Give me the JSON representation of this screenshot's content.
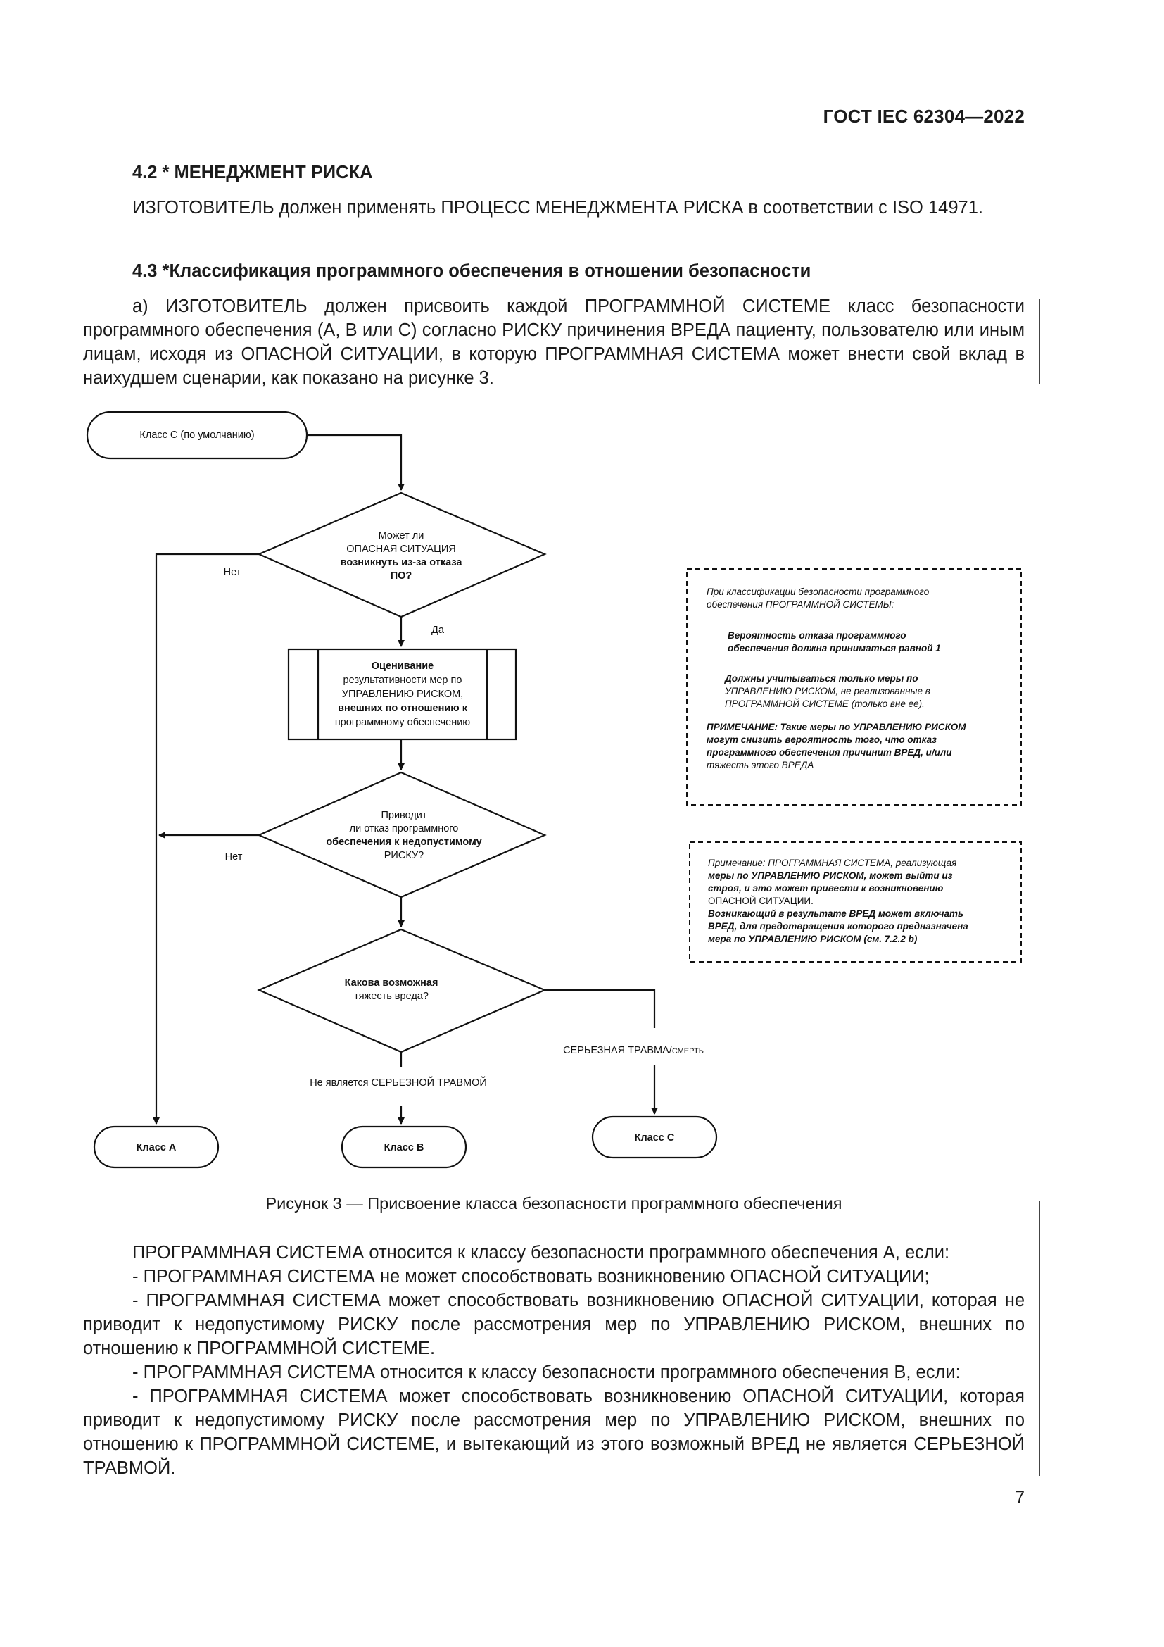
{
  "header": {
    "standard_id": "ГОСТ IEC 62304—2022"
  },
  "section_4_2": {
    "heading": "4.2 * МЕНЕДЖМЕНТ РИСКА",
    "body": "ИЗГОТОВИТЕЛЬ должен применять ПРОЦЕСС МЕНЕДЖМЕНТА РИСКА в соответствии с ISO 14971."
  },
  "section_4_3": {
    "heading": "4.3 *Классификация программного обеспечения в отношении безопасности",
    "body": "а) ИЗГОТОВИТЕЛЬ должен присвоить каждой ПРОГРАММНОЙ СИСТЕМЕ класс безопасности программного обеспечения (А, В или С) согласно РИСКУ причинения ВРЕДА пациенту, пользователю или иным лицам, исходя из ОПАСНОЙ СИТУАЦИИ, в которую ПРОГРАММНАЯ СИСТЕМА может внести свой вклад в наихудшем сценарии, как показано на рисунке 3."
  },
  "flowchart": {
    "start": "Класс С (по умолчанию)",
    "decision1": [
      "Может ли",
      "ОПАСНАЯ СИТУАЦИЯ",
      "возникнуть из-за отказа",
      "ПО?"
    ],
    "no1": "Нет",
    "yes1": "Да",
    "process": [
      "Оценивание",
      "результативности мер по",
      "УПРАВЛЕНИЮ РИСКОМ,",
      "внешних по отношению к",
      "программному обеспечению"
    ],
    "decision2": [
      "Приводит",
      "ли отказ программного",
      "обеспечения к недопустимому",
      "РИСКУ?"
    ],
    "no2": "Нет",
    "decision3": [
      "Какова возможная",
      "тяжесть вреда?"
    ],
    "serious_label_main": "СЕРЬЕЗНАЯ ТРАВМА/",
    "serious_label_small": "СМЕРТЬ",
    "not_serious_label": "Не является СЕРЬЕЗНОЙ ТРАВМОЙ",
    "class_a": "Класс А",
    "class_b": "Класс В",
    "class_c": "Класс С",
    "note1": {
      "lines": [
        "При классификации безопасности программного",
        "обеспечения ПРОГРАММНОЙ СИСТЕМЫ:"
      ],
      "item1": [
        "Вероятность отказа программного",
        "обеспечения должна приниматься равной 1"
      ],
      "item2": [
        "Должны учитываться только меры по",
        "УПРАВЛЕНИЮ РИСКОМ, не реализованные в",
        "ПРОГРАММНОЙ СИСТЕМЕ (только вне ее)."
      ],
      "remark": [
        "ПРИМЕЧАНИЕ: Такие меры по УПРАВЛЕНИЮ РИСКОМ",
        "могут снизить вероятность того, что отказ",
        "программного обеспечения причинит ВРЕД, и/или",
        "тяжесть этого ВРЕДА"
      ]
    },
    "note2": [
      "Примечание: ПРОГРАММНАЯ СИСТЕМА, реализующая",
      "меры по УПРАВЛЕНИЮ РИСКОМ, может выйти из",
      "строя, и это может привести к возникновению",
      "ОПАСНОЙ СИТУАЦИИ.",
      "Возникающий в результате ВРЕД может включать",
      "ВРЕД, для предотвращения которого предназначена",
      "мера по УПРАВЛЕНИЮ РИСКОМ (см. 7.2.2 b)"
    ]
  },
  "figure_caption": "Рисунок 3 — Присвоение класса безопасности программного обеспечения",
  "after_figure": {
    "p1": "ПРОГРАММНАЯ СИСТЕМА относится к классу безопасности программного обеспечения А, если:",
    "p2": "-  ПРОГРАММНАЯ СИСТЕМА не может способствовать возникновению ОПАСНОЙ СИТУАЦИИ;",
    "p3": "-  ПРОГРАММНАЯ СИСТЕМА может способствовать возникновению ОПАСНОЙ СИТУАЦИИ, которая не приводит к недопустимому РИСКУ после рассмотрения мер по УПРАВЛЕНИЮ РИСКОМ, внешних по отношению к ПРОГРАММНОЙ СИСТЕМЕ.",
    "p4": "-  ПРОГРАММНАЯ СИСТЕМА относится к классу безопасности программного обеспечения В, если:",
    "p5": "-  ПРОГРАММНАЯ СИСТЕМА может способствовать возникновению ОПАСНОЙ СИТУАЦИИ, которая приводит к недопустимому РИСКУ после рассмотрения мер по УПРАВЛЕНИЮ РИСКОМ, внешних по отношению к ПРОГРАММНОЙ СИСТЕМЕ, и вытекающий из этого возможный ВРЕД не является СЕРЬЕЗНОЙ ТРАВМОЙ."
  },
  "page_number": "7"
}
